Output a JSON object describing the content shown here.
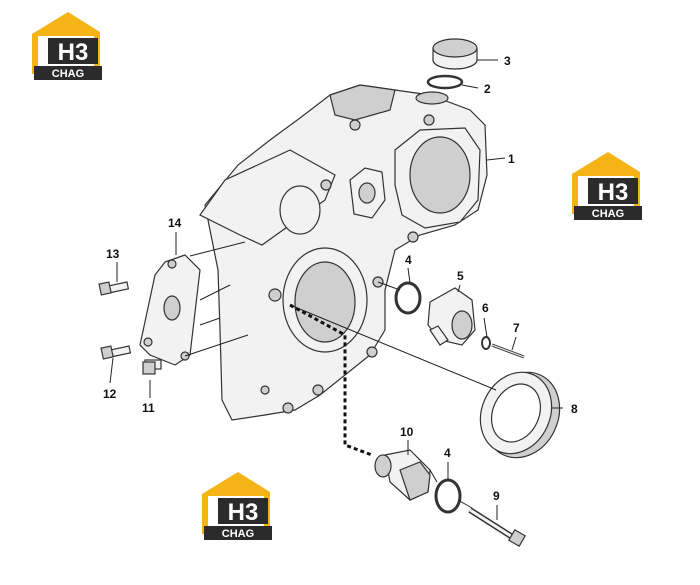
{
  "logo": {
    "top_text": "H3",
    "bottom_text": "CHAG",
    "colors": {
      "yellow": "#f4b416",
      "dark": "#2b2b2b",
      "white": "#ffffff"
    }
  },
  "callouts": {
    "c1": "1",
    "c2": "2",
    "c3": "3",
    "c4a": "4",
    "c4b": "4",
    "c5": "5",
    "c6": "6",
    "c7": "7",
    "c8": "8",
    "c9": "9",
    "c10": "10",
    "c11": "11",
    "c12": "12",
    "c13": "13",
    "c14": "14"
  }
}
